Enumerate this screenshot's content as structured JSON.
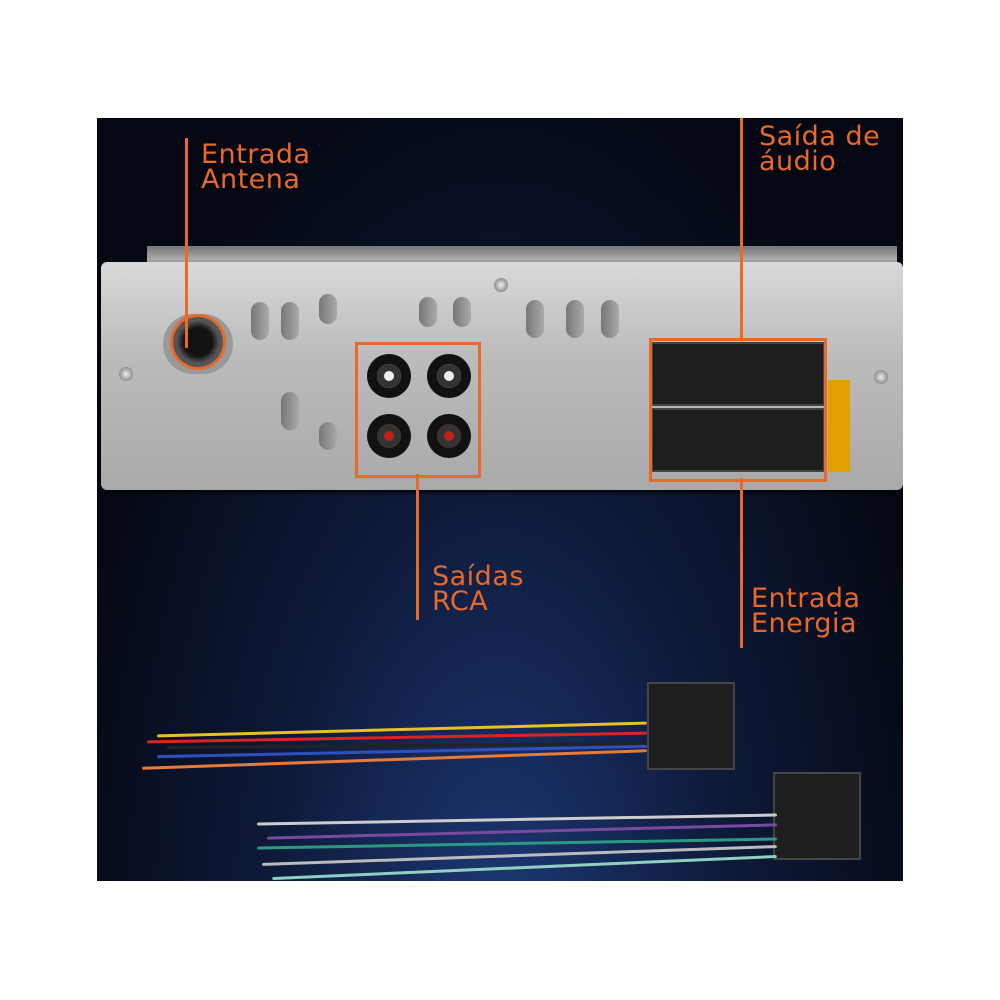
{
  "labels": {
    "antenna": "Entrada\nAntena",
    "audio_out": "Saída de\náudio",
    "rca": "Saídas\nRCA",
    "power": "Entrada\nEnergia"
  },
  "colors": {
    "accent": "#e8692a"
  }
}
